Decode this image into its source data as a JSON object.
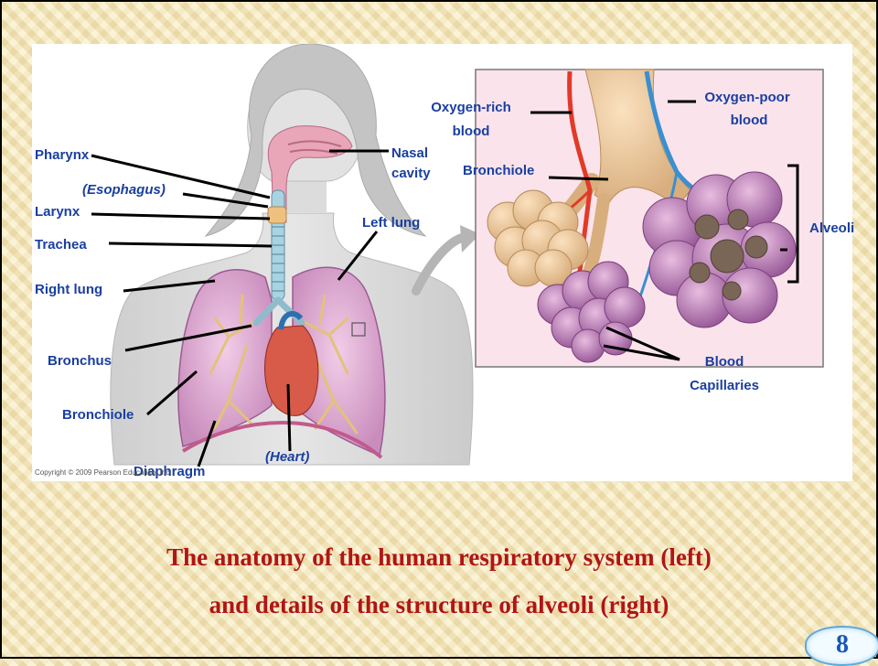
{
  "labels": {
    "pharynx": "Pharynx",
    "esophagus": "(Esophagus)",
    "larynx": "Larynx",
    "trachea": "Trachea",
    "right_lung": "Right lung",
    "bronchus": "Bronchus",
    "bronchiole_left": "Bronchiole",
    "diaphragm": "Diaphragm",
    "heart": "(Heart)",
    "nasal_cavity_1": "Nasal",
    "nasal_cavity_2": "cavity",
    "left_lung": "Left lung",
    "oxygen_rich_1": "Oxygen-rich",
    "oxygen_rich_2": "blood",
    "oxygen_poor_1": "Oxygen-poor",
    "oxygen_poor_2": "blood",
    "bronchiole_right": "Bronchiole",
    "alveoli": "Alveoli",
    "blood_capillaries_1": "Blood",
    "blood_capillaries_2": "Capillaries"
  },
  "copyright": "Copyright © 2009 Pearson Education, Inc.",
  "caption": {
    "line1": "The anatomy of the human respiratory system (left)",
    "line2": "and details of the structure of alveoli (right)"
  },
  "slide_number": "8",
  "colors": {
    "label_text": "#1a3fa0",
    "caption_text": "#b01515",
    "inset_background": "#fbe3ec",
    "artery_red": "#e23a28",
    "vein_blue": "#3a8fd0"
  }
}
